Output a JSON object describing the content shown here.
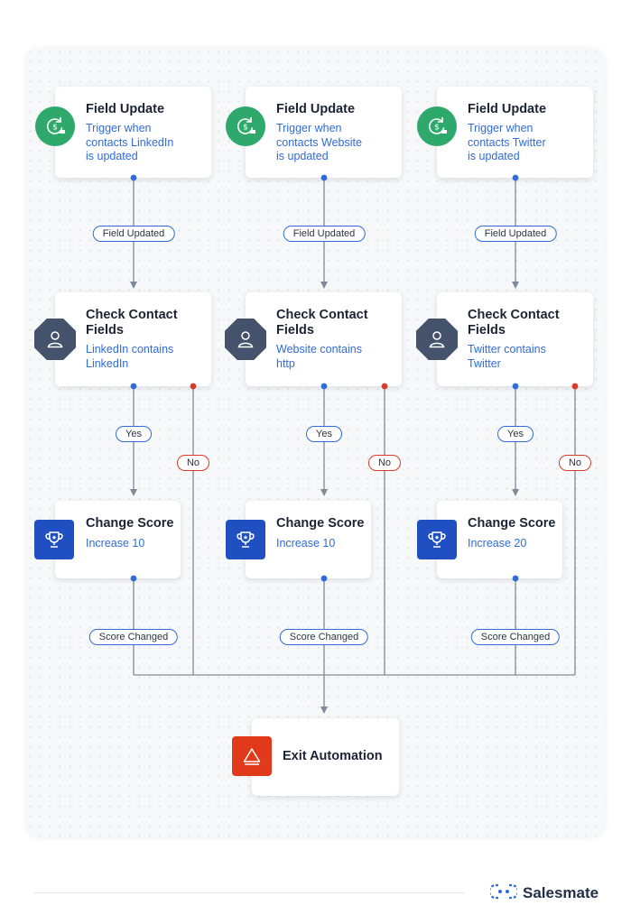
{
  "columns": [
    {
      "trigger": {
        "title": "Field Update",
        "description": "Trigger when\ncontacts LinkedIn\nis updated",
        "icon": "dollar-refresh-icon"
      },
      "trigger_edge_label": "Field Updated",
      "check": {
        "title": "Check Contact\nFields",
        "description": "LinkedIn contains\nLinkedIn",
        "icon": "user-icon"
      },
      "yes_label": "Yes",
      "no_label": "No",
      "action": {
        "title": "Change Score",
        "description": "Increase 10",
        "icon": "trophy-icon"
      },
      "action_edge_label": "Score Changed"
    },
    {
      "trigger": {
        "title": "Field Update",
        "description": "Trigger when\ncontacts Website\nis updated",
        "icon": "dollar-refresh-icon"
      },
      "trigger_edge_label": "Field Updated",
      "check": {
        "title": "Check Contact\nFields",
        "description": "Website contains\nhttp",
        "icon": "user-icon"
      },
      "yes_label": "Yes",
      "no_label": "No",
      "action": {
        "title": "Change Score",
        "description": "Increase 10",
        "icon": "trophy-icon"
      },
      "action_edge_label": "Score Changed"
    },
    {
      "trigger": {
        "title": "Field Update",
        "description": "Trigger when\ncontacts Twitter\nis updated",
        "icon": "dollar-refresh-icon"
      },
      "trigger_edge_label": "Field Updated",
      "check": {
        "title": "Check Contact\nFields",
        "description": "Twitter contains\nTwitter",
        "icon": "user-icon"
      },
      "yes_label": "Yes",
      "no_label": "No",
      "action": {
        "title": "Change Score",
        "description": "Increase 20",
        "icon": "trophy-icon"
      },
      "action_edge_label": "Score Changed"
    }
  ],
  "exit": {
    "title": "Exit Automation",
    "icon": "warning-triangle-icon"
  },
  "brand": {
    "name": "Salesmate",
    "icon": "salesmate-logo-icon"
  },
  "colors": {
    "trigger_icon": "#2ea86b",
    "check_icon": "#44536b",
    "action_icon": "#1f4fc0",
    "exit_icon": "#e03a1a",
    "link_text": "#2f6bd9",
    "yes_port": "#2f6bd9",
    "no_port": "#d93a2a",
    "wire": "#7f8a99"
  }
}
